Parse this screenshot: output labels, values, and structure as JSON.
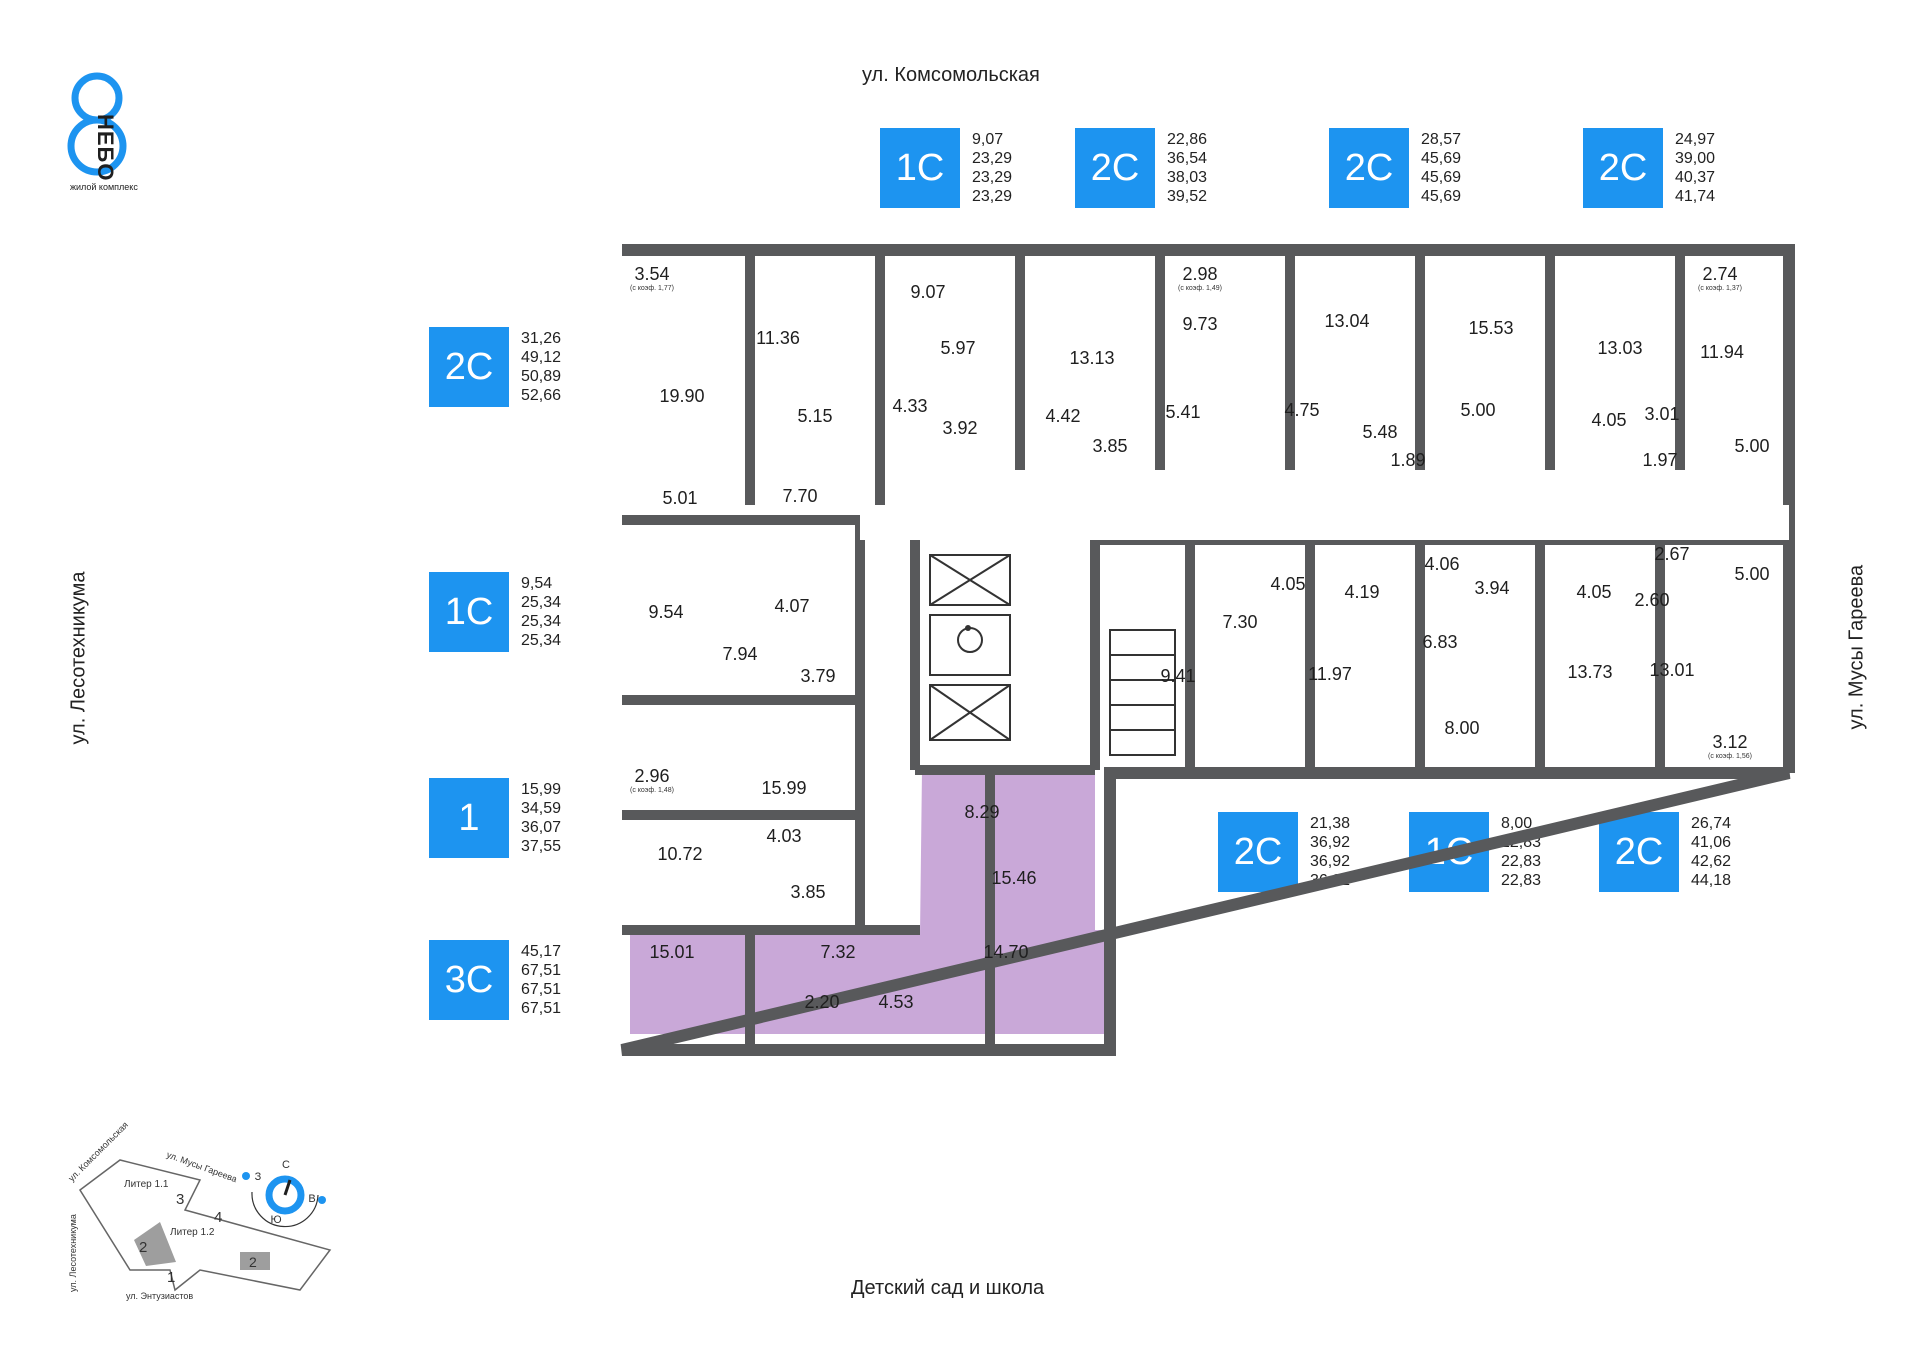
{
  "logo": {
    "name": "НЕБО",
    "subtitle": "жилой комплекс",
    "accent": "#1d94f0"
  },
  "streets": {
    "top": "ул. Комсомольская",
    "left": "ул. Лесотехникума",
    "right": "ул. Мусы Гареева",
    "bottom": "Детский сад и школа"
  },
  "colors": {
    "badge": "#1d94f0",
    "wall": "#58595b",
    "highlight": "#c9a8d8"
  },
  "legend": [
    {
      "type": "1С",
      "areas": [
        "9,07",
        "23,29",
        "23,29",
        "23,29"
      ]
    },
    {
      "type": "2С",
      "areas": [
        "22,86",
        "36,54",
        "38,03",
        "39,52"
      ]
    },
    {
      "type": "2С",
      "areas": [
        "28,57",
        "45,69",
        "45,69",
        "45,69"
      ]
    },
    {
      "type": "2С",
      "areas": [
        "24,97",
        "39,00",
        "40,37",
        "41,74"
      ]
    },
    {
      "type": "2С",
      "areas": [
        "31,26",
        "49,12",
        "50,89",
        "52,66"
      ]
    },
    {
      "type": "1С",
      "areas": [
        "9,54",
        "25,34",
        "25,34",
        "25,34"
      ]
    },
    {
      "type": "1",
      "areas": [
        "15,99",
        "34,59",
        "36,07",
        "37,55"
      ]
    },
    {
      "type": "3С",
      "areas": [
        "45,17",
        "67,51",
        "67,51",
        "67,51"
      ]
    },
    {
      "type": "2С",
      "areas": [
        "21,38",
        "36,92",
        "36,92",
        "36,92"
      ]
    },
    {
      "type": "1С",
      "areas": [
        "8,00",
        "22,83",
        "22,83",
        "22,83"
      ]
    },
    {
      "type": "2С",
      "areas": [
        "26,74",
        "41,06",
        "42,62",
        "44,18"
      ]
    }
  ],
  "rooms": [
    "3.54",
    "11.36",
    "9.07",
    "5.97",
    "13.13",
    "2.98",
    "9.73",
    "13.04",
    "15.53",
    "13.03",
    "2.74",
    "11.94",
    "19.90",
    "5.15",
    "4.33",
    "3.92",
    "4.42",
    "5.41",
    "3.85",
    "4.75",
    "5.48",
    "5.00",
    "1.89",
    "4.05",
    "3.01",
    "5.00",
    "1.97",
    "5.01",
    "7.70",
    "9.54",
    "4.07",
    "7.94",
    "3.79",
    "4.05",
    "4.19",
    "7.30",
    "4.06",
    "3.94",
    "4.05",
    "2.67",
    "5.00",
    "2.60",
    "9.41",
    "11.97",
    "6.83",
    "8.00",
    "13.73",
    "13.01",
    "3.12",
    "2.96",
    "15.99",
    "8.29",
    "15.46",
    "10.72",
    "4.03",
    "3.85",
    "15.01",
    "7.32",
    "14.70",
    "2.20",
    "4.53"
  ],
  "coefficients": [
    "(с коэф. 1,77)",
    "(с коэф. 1,49)",
    "(с коэф. 1,37)",
    "(с коэф. 1,48)",
    "(с коэф. 1,56)"
  ],
  "site_map": {
    "streets": [
      "ул. Комсомольская",
      "ул. Мусы Гареева",
      "ул. Лесотехникума",
      "ул. Энтузиастов"
    ],
    "liters": [
      "Литер 1.1",
      "Литер 1.2"
    ],
    "buildings": [
      "1",
      "2",
      "3",
      "4"
    ],
    "current_section": "2"
  },
  "compass": {
    "n": "С",
    "s": "Ю",
    "e": "В",
    "w": "З"
  }
}
